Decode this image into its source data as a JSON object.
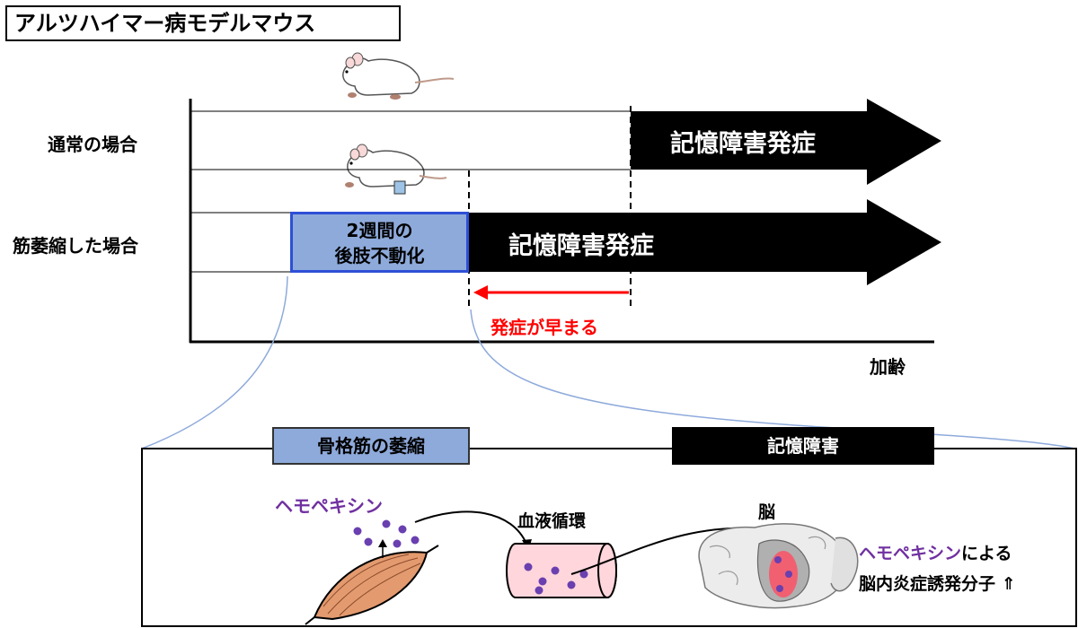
{
  "title": "アルツハイマー病モデルマウス",
  "rows": {
    "normal_label": "通常の場合",
    "atrophy_label": "筋萎縮した場合"
  },
  "arrows": {
    "normal_onset": "記憶障害発症",
    "atrophy_onset": "記憶障害発症"
  },
  "immobilization": {
    "line1": "2週間の",
    "line2": "後肢不動化"
  },
  "early_onset": "発症が早まる",
  "x_axis_label": "加齢",
  "detail": {
    "atrophy_header": "骨格筋の萎縮",
    "memory_header": "記憶障害",
    "hemopexin": "ヘモペキシン",
    "blood": "血液循環",
    "brain": "脳",
    "result_purple": "ヘモペキシン",
    "result_rest": "による",
    "result_line2": "脳内炎症誘発分子 ⇑"
  },
  "colors": {
    "immob_fill": "#8eaadb",
    "immob_border": "#2e4fd6",
    "early_arrow": "#ff0000",
    "hemopexin_text": "#7030a0",
    "molecule": "#6a3fb0",
    "vessel": "#ffd6dc",
    "muscle": "#e39a6f"
  }
}
